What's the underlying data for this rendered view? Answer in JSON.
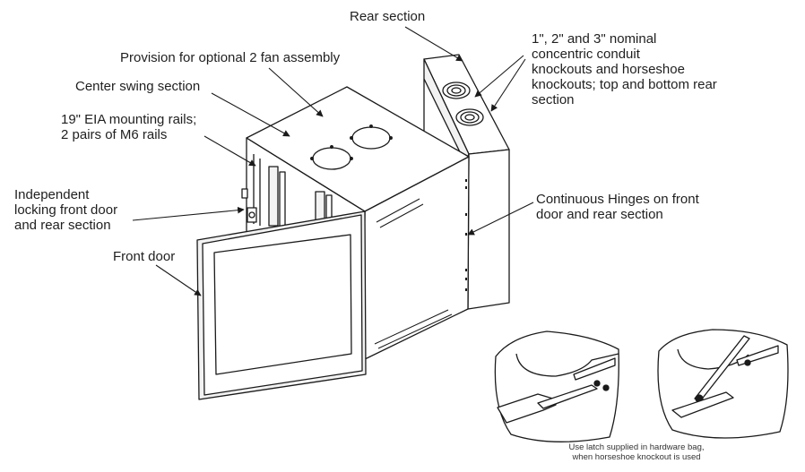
{
  "labels": {
    "rear_section": "Rear section",
    "knockouts": [
      "1\", 2\" and 3\" nominal",
      "concentric conduit",
      "knockouts and horseshoe",
      "knockouts; top and bottom rear",
      "section"
    ],
    "fan_provision": "Provision for optional 2 fan assembly",
    "center_swing": "Center swing section",
    "mounting_rails": [
      "19\" EIA mounting rails;",
      "2 pairs of M6 rails"
    ],
    "locking_door": [
      "Independent",
      "locking front door",
      "and rear section"
    ],
    "hinges": [
      "Continuous Hinges on front",
      "door and rear section"
    ],
    "front_door": "Front door",
    "latch_note": [
      "Use latch supplied in hardware bag,",
      "when horseshoe knockout is used"
    ]
  },
  "colors": {
    "line": "#1a1a1a",
    "fill": "#ffffff",
    "shade": "#f2f2f2"
  }
}
